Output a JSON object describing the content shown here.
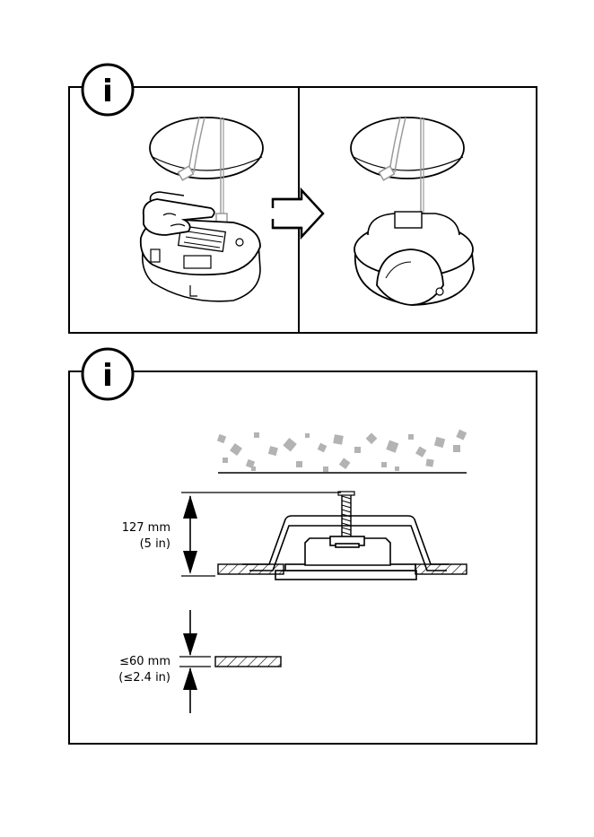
{
  "panels": {
    "top": {
      "info_icon": "i"
    },
    "bottom": {
      "info_icon": "i"
    }
  },
  "dimensions": {
    "depth": {
      "metric": "127 mm",
      "imperial": "(5 in)"
    },
    "thickness": {
      "metric": "≤60 mm",
      "imperial": "(≤2.4 in)"
    }
  },
  "colors": {
    "stroke": "#000000",
    "gray": "#9a9a9a",
    "speckle": "#b3b3b3"
  }
}
